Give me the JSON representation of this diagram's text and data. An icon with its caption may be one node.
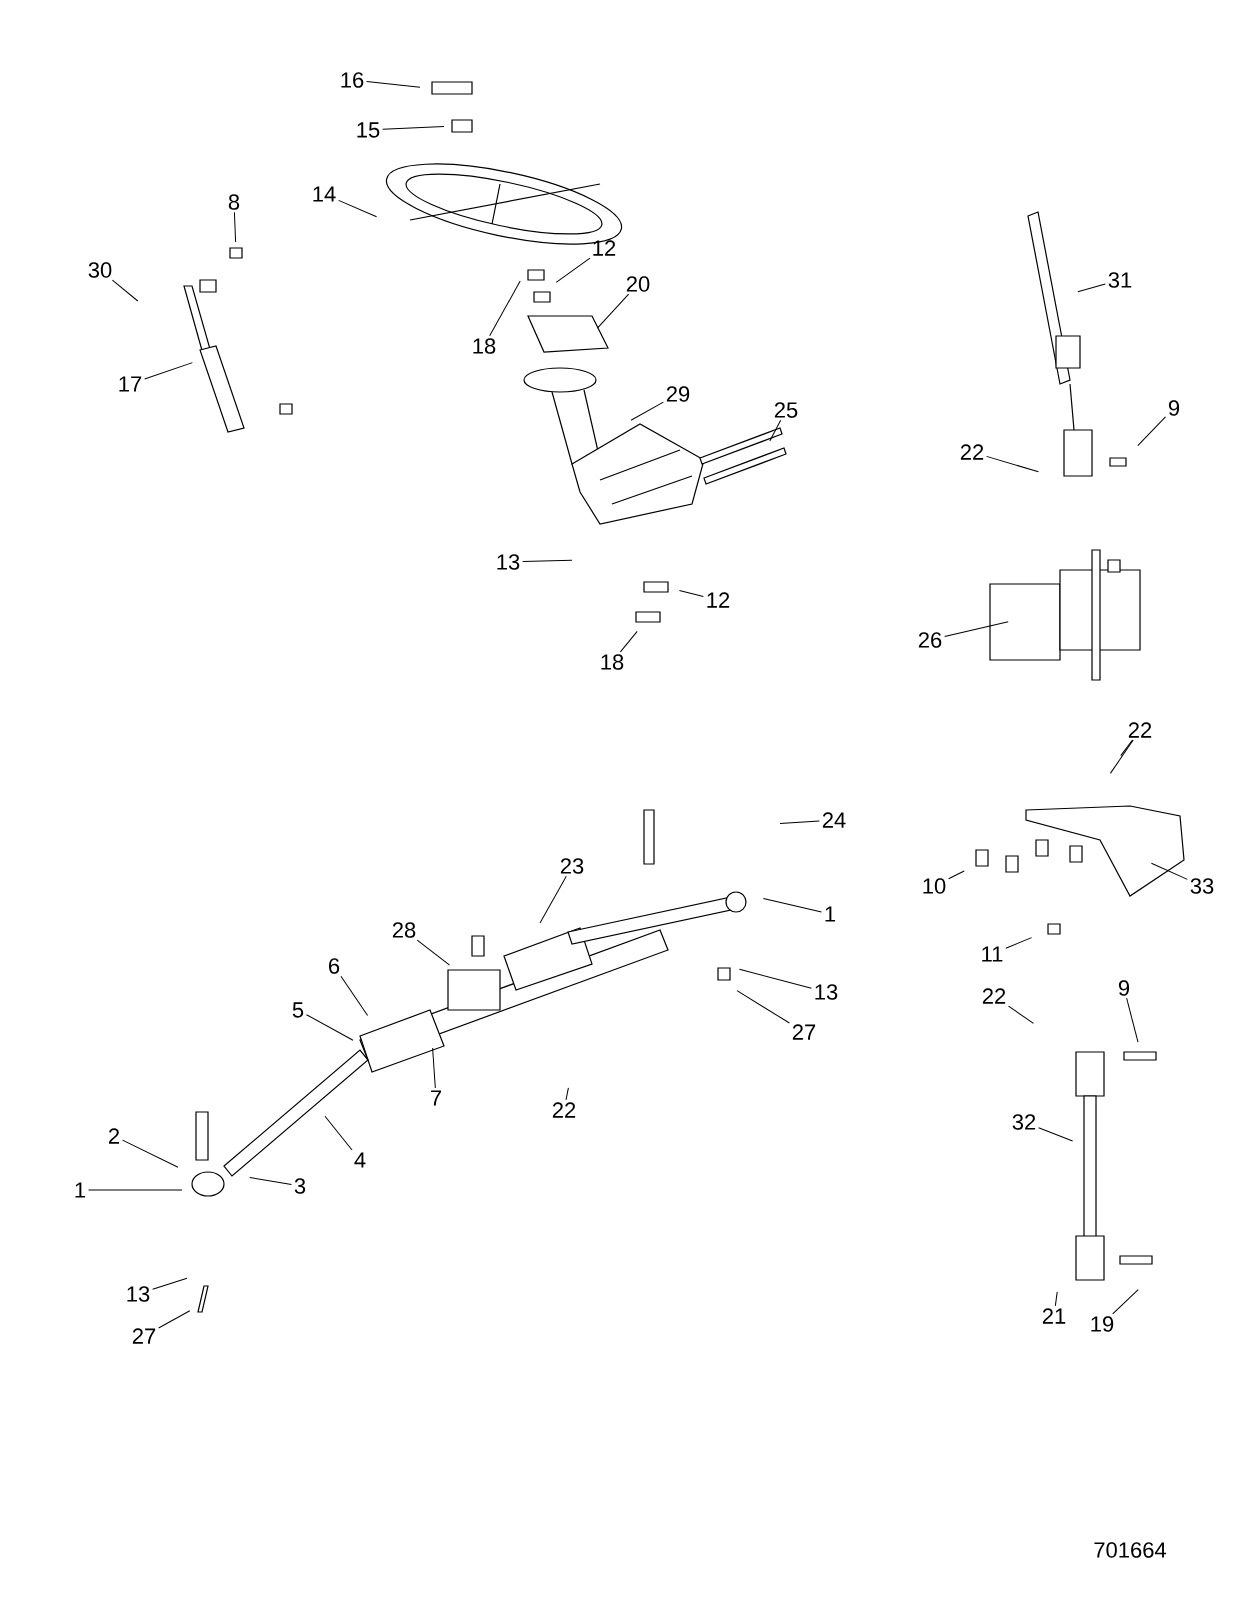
{
  "diagram": {
    "nodes": [
      {
        "text": [
          "16"
        ]
      },
      {
        "text": [
          "15"
        ]
      },
      {
        "text": [
          "14"
        ]
      },
      {
        "text": [
          "8"
        ]
      },
      {
        "text": [
          "30"
        ]
      },
      {
        "text": [
          "12"
        ]
      },
      {
        "text": [
          "20"
        ]
      },
      {
        "text": [
          "18"
        ]
      },
      {
        "text": [
          "17"
        ]
      },
      {
        "text": [
          "29"
        ]
      },
      {
        "text": [
          "25"
        ]
      },
      {
        "text": [
          "31"
        ]
      },
      {
        "text": [
          "9"
        ]
      },
      {
        "text": [
          "22"
        ]
      },
      {
        "text": [
          "13"
        ]
      },
      {
        "text": [
          "12"
        ]
      },
      {
        "text": [
          "18"
        ]
      },
      {
        "text": [
          "26"
        ]
      },
      {
        "text": [
          "22"
        ]
      },
      {
        "text": [
          "24"
        ]
      },
      {
        "text": [
          "10"
        ]
      },
      {
        "text": [
          "11"
        ]
      },
      {
        "text": [
          "33"
        ]
      },
      {
        "text": [
          "1"
        ]
      },
      {
        "text": [
          "23"
        ]
      },
      {
        "text": [
          "28"
        ]
      },
      {
        "text": [
          "13"
        ]
      },
      {
        "text": [
          "27"
        ]
      },
      {
        "text": [
          "6"
        ]
      },
      {
        "text": [
          "5"
        ]
      },
      {
        "text": [
          "22"
        ]
      },
      {
        "text": [
          "9"
        ]
      },
      {
        "text": [
          "22"
        ]
      },
      {
        "text": [
          "7"
        ]
      },
      {
        "text": [
          "32"
        ]
      },
      {
        "text": [
          "2"
        ]
      },
      {
        "text": [
          "4"
        ]
      },
      {
        "text": [
          "1"
        ]
      },
      {
        "text": [
          "3"
        ]
      },
      {
        "text": [
          "13"
        ]
      },
      {
        "text": [
          "27"
        ]
      },
      {
        "text": [
          "21"
        ]
      },
      {
        "text": [
          "19"
        ]
      }
    ],
    "edges": [
      {
        "from": 0,
        "to": null,
        "arrow": "none"
      },
      {
        "from": 1,
        "to": null,
        "arrow": "none"
      },
      {
        "from": 2,
        "to": null,
        "arrow": "none"
      },
      {
        "from": 3,
        "to": null,
        "arrow": "none"
      },
      {
        "from": 4,
        "to": null,
        "arrow": "none"
      },
      {
        "from": 5,
        "to": null,
        "arrow": "none"
      },
      {
        "from": 6,
        "to": null,
        "arrow": "none"
      },
      {
        "from": 7,
        "to": null,
        "arrow": "none"
      },
      {
        "from": 8,
        "to": null,
        "arrow": "none"
      },
      {
        "from": 9,
        "to": null,
        "arrow": "none"
      },
      {
        "from": 10,
        "to": null,
        "arrow": "none"
      },
      {
        "from": 11,
        "to": null,
        "arrow": "none"
      },
      {
        "from": 12,
        "to": null,
        "arrow": "none"
      },
      {
        "from": 13,
        "to": null,
        "arrow": "none"
      },
      {
        "from": 14,
        "to": null,
        "arrow": "none"
      },
      {
        "from": 15,
        "to": null,
        "arrow": "none"
      },
      {
        "from": 16,
        "to": null,
        "arrow": "none"
      },
      {
        "from": 17,
        "to": null,
        "arrow": "none"
      },
      {
        "from": 18,
        "to": null,
        "arrow": "none"
      },
      {
        "from": 18,
        "to": null,
        "arrow": "none"
      },
      {
        "from": 19,
        "to": null,
        "arrow": "none"
      },
      {
        "from": 20,
        "to": null,
        "arrow": "none"
      },
      {
        "from": 21,
        "to": null,
        "arrow": "none"
      },
      {
        "from": 22,
        "to": null,
        "arrow": "none"
      },
      {
        "from": 23,
        "to": null,
        "arrow": "none"
      },
      {
        "from": 24,
        "to": null,
        "arrow": "none"
      },
      {
        "from": 25,
        "to": null,
        "arrow": "none"
      },
      {
        "from": 26,
        "to": null,
        "arrow": "none"
      },
      {
        "from": 27,
        "to": null,
        "arrow": "none"
      },
      {
        "from": 28,
        "to": null,
        "arrow": "none"
      },
      {
        "from": 29,
        "to": null,
        "arrow": "none"
      },
      {
        "from": 30,
        "to": null,
        "arrow": "none"
      },
      {
        "from": 31,
        "to": null,
        "arrow": "none"
      },
      {
        "from": 32,
        "to": null,
        "arrow": "none"
      },
      {
        "from": 33,
        "to": null,
        "arrow": "none"
      },
      {
        "from": 34,
        "to": null,
        "arrow": "none"
      },
      {
        "from": 35,
        "to": null,
        "arrow": "none"
      },
      {
        "from": 36,
        "to": null,
        "arrow": "none"
      },
      {
        "from": 37,
        "to": null,
        "arrow": "none"
      },
      {
        "from": 38,
        "to": null,
        "arrow": "none"
      },
      {
        "from": 39,
        "to": null,
        "arrow": "none"
      },
      {
        "from": 40,
        "to": null,
        "arrow": "none"
      },
      {
        "from": 41,
        "to": null,
        "arrow": "none"
      },
      {
        "from": 42,
        "to": null,
        "arrow": "none"
      }
    ],
    "labels": [
      "701664"
    ]
  }
}
